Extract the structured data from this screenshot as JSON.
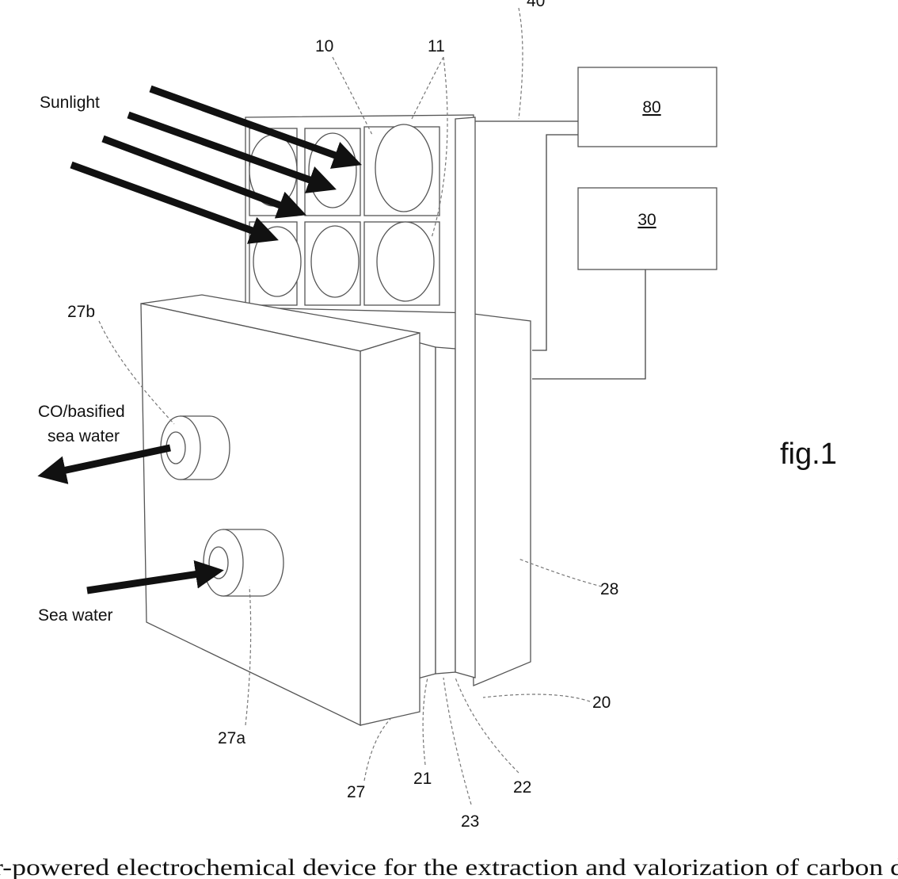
{
  "labels": {
    "sunlight": "Sunlight",
    "ref_10": "10",
    "ref_11": "11",
    "ref_40": "40",
    "ref_80": "80",
    "ref_30": "30",
    "ref_27b": "27b",
    "outlet_line1": "CO/basified",
    "outlet_line2": "sea water",
    "inlet": "Sea water",
    "ref_27a": "27a",
    "ref_27": "27",
    "ref_21": "21",
    "ref_23": "23",
    "ref_22": "22",
    "ref_20": "20",
    "ref_28": "28"
  },
  "figure_label": "fig.1",
  "caption": "r-powered electrochemical device for the extraction and valorization of carbon d"
}
